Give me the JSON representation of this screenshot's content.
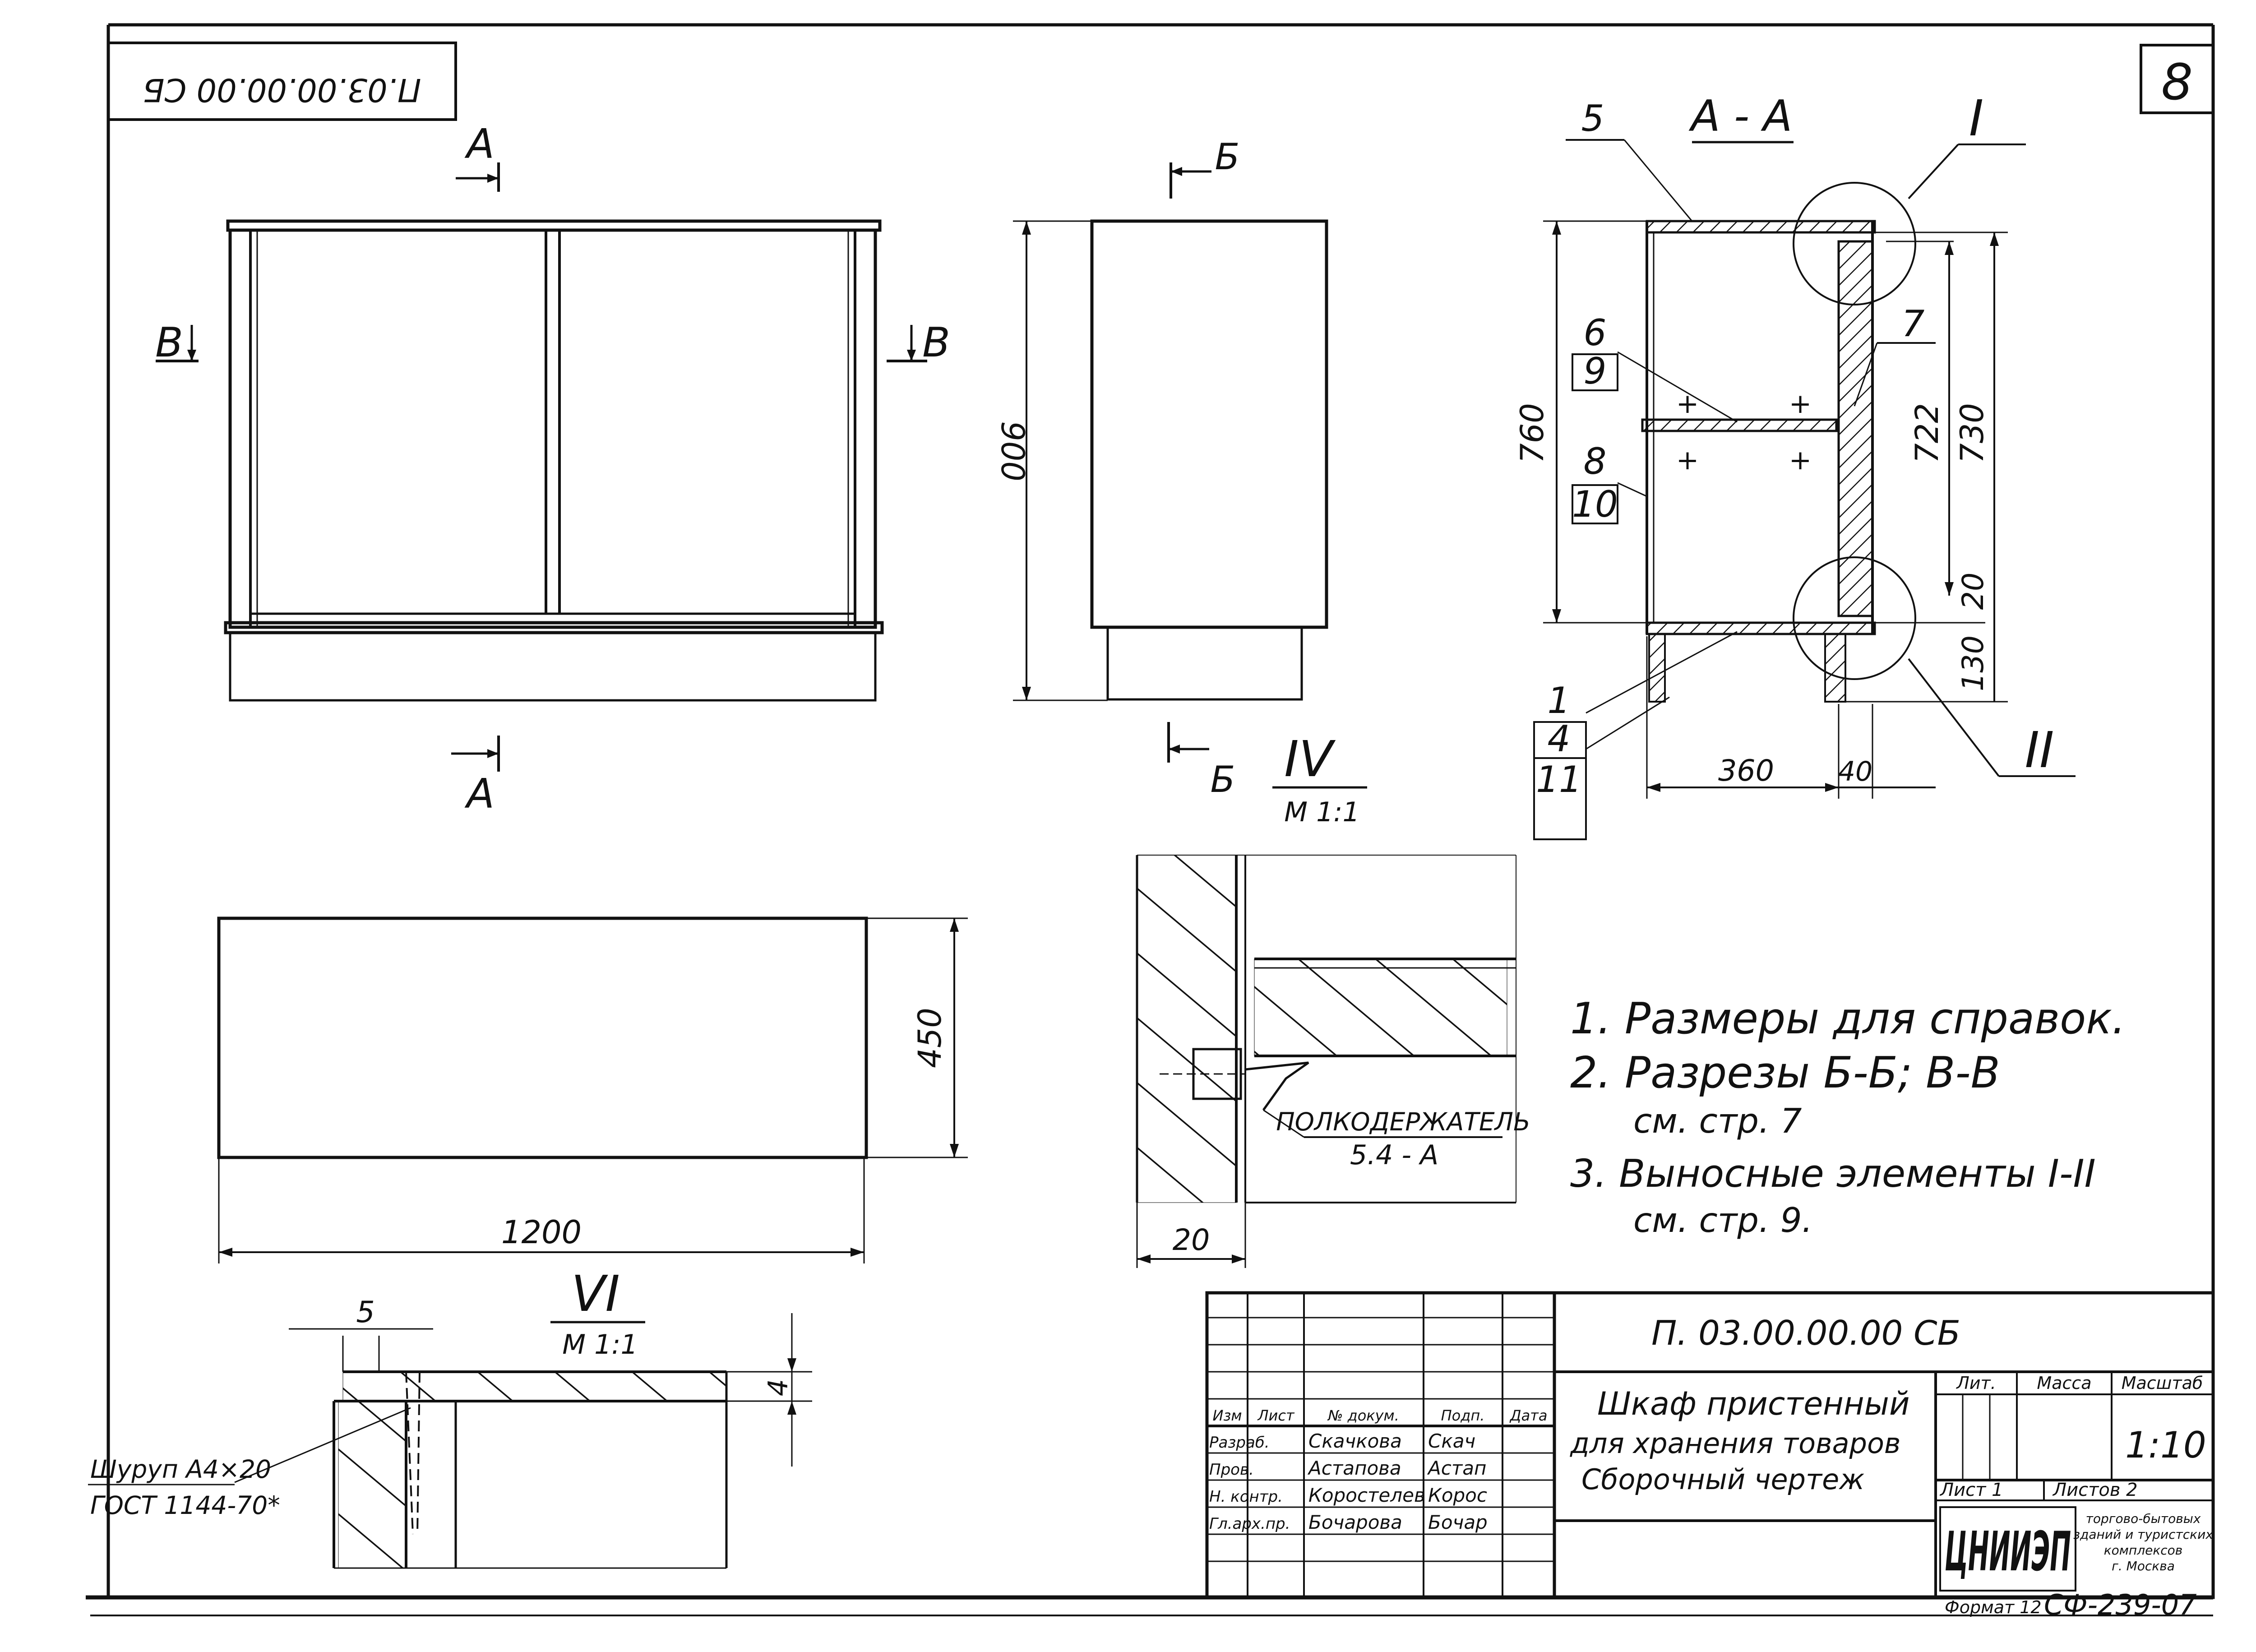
{
  "doc_code_rotated": "П.03.00.00.00 СБ",
  "sheet_number": "8",
  "section_labels": {
    "a_top": "А",
    "a_bottom": "А",
    "b_top": "Б",
    "b_bottom": "Б",
    "v_left": "В",
    "v_right": "В",
    "aa_title": "А - А",
    "detail_I": "I",
    "detail_II": "II",
    "detail_IV": "IV",
    "detail_IV_scale": "М 1:1",
    "detail_VI": "VI",
    "detail_VI_scale": "М 1:1"
  },
  "dimensions": {
    "d900": "900",
    "d450": "450",
    "d1200": "1200",
    "d760": "760",
    "d722": "722",
    "d730": "730",
    "d20_side": "20",
    "d130": "130",
    "d360": "360",
    "d40": "40",
    "d20_iv": "20",
    "d5": "5",
    "d4": "4"
  },
  "positions": [
    "5",
    "6",
    "9",
    "7",
    "8",
    "10",
    "1",
    "4",
    "11"
  ],
  "shelf_holder": {
    "name": "ПОЛКОДЕРЖАТЕЛЬ",
    "code": "5.4 - А"
  },
  "screw": {
    "name": "Шуруп А4×20",
    "standard": "ГОСТ 1144-70*"
  },
  "notes": [
    "1.  Размеры для справок.",
    "2.  Разрезы Б-Б; В-В",
    "см. стр. 7",
    "3.  Выносные элементы I-II",
    "см. стр. 9."
  ],
  "title_block": {
    "code": "П. 03.00.00.00 СБ",
    "title_lines": [
      "Шкаф пристенный",
      "для хранения товаров",
      "Сборочный чертеж"
    ],
    "headers": [
      "Изм",
      "Лист",
      "№ докум.",
      "Подп.",
      "Дата"
    ],
    "roles": [
      {
        "role": "Разраб.",
        "name": "Скачкова",
        "sign": "Скач"
      },
      {
        "role": "Пров.",
        "name": "Астапова",
        "sign": "Астап"
      },
      {
        "role": "Н. контр.",
        "name": "Коростелев",
        "sign": "Корос"
      },
      {
        "role": "Гл.арх.пр.",
        "name": "Бочарова",
        "sign": "Бочар"
      }
    ],
    "lit_label": "Лит.",
    "mass_label": "Масса",
    "scale_label": "Масштаб",
    "scale_value": "1:10",
    "sheet_label": "Лист 1",
    "sheets_label": "Листов 2",
    "org_logo": "ЦНИИЭП",
    "org_lines": [
      "торгово-бытовых",
      "зданий и туристских",
      "комплексов",
      "г. Москва"
    ],
    "format": "Формат 12",
    "series": "СФ-239-07"
  }
}
